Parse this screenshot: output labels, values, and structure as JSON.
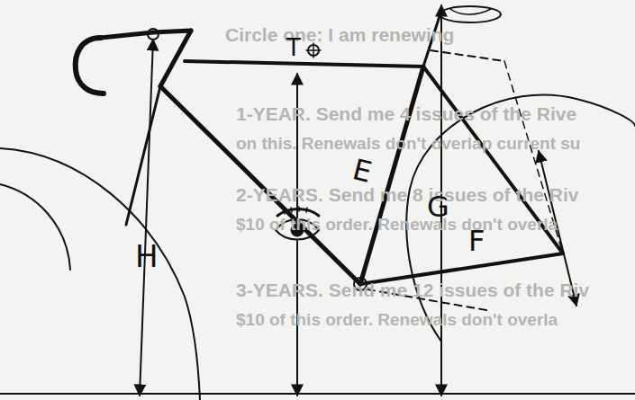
{
  "diagram": {
    "labels": [
      "Circle one: I am renewing",
      "1-YEAR. Send me 4 issues of the Rive",
      "on this. Renewals don't overlap current su",
      "2-YEARS. Send me 8 issues of the Riv",
      "$10 of this order. Renewals don't overla",
      "3-YEARS. Send me 12 issues of the Riv",
      "$10 of this order. Renewals don't overla",
      "T",
      "E",
      "G",
      "F",
      "H"
    ]
  }
}
